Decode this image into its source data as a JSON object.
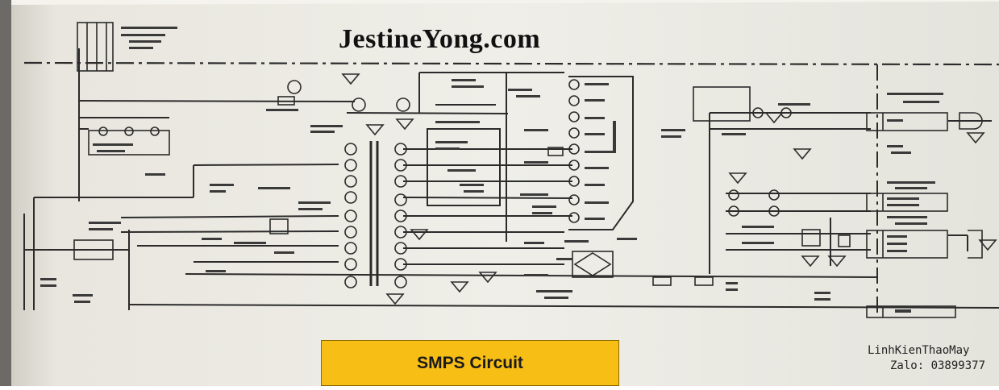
{
  "header": {
    "site_title": "JestineYong.com"
  },
  "caption": {
    "label": "SMPS Circuit"
  },
  "watermark": {
    "line1": "LinhKienThaoMay",
    "line2": "Zalo: 03899377"
  },
  "colors": {
    "paper": "#ebeae3",
    "ink": "#2a2a2a",
    "caption_bg": "#f7be16"
  }
}
